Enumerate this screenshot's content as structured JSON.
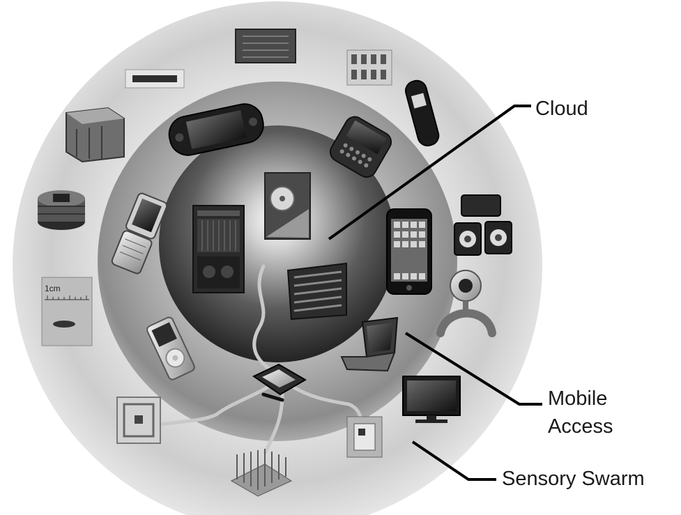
{
  "labels": {
    "cloud": "Cloud",
    "mobile_line1": "Mobile",
    "mobile_line2": "Access",
    "sensory": "Sensory Swarm"
  },
  "device_tags": {
    "ruler_text": "1cm"
  },
  "rings": {
    "outer": "sensory-swarm-ring",
    "middle": "mobile-access-ring",
    "inner": "cloud-core"
  },
  "devices": [
    {
      "name": "server-rack",
      "ring": "cloud"
    },
    {
      "name": "data-center-photo",
      "ring": "cloud"
    },
    {
      "name": "storage-array",
      "ring": "cloud"
    },
    {
      "name": "handheld-game-console",
      "ring": "mobile"
    },
    {
      "name": "smartphone-qwerty",
      "ring": "mobile"
    },
    {
      "name": "flip-phone",
      "ring": "mobile"
    },
    {
      "name": "iphone",
      "ring": "mobile"
    },
    {
      "name": "media-player",
      "ring": "mobile"
    },
    {
      "name": "laptop",
      "ring": "mobile"
    },
    {
      "name": "processor-chip",
      "ring": "mobile"
    },
    {
      "name": "circuit-module",
      "ring": "sensory"
    },
    {
      "name": "memory-chip",
      "ring": "sensory"
    },
    {
      "name": "sensor-pattern",
      "ring": "sensory"
    },
    {
      "name": "wrist-band",
      "ring": "sensory"
    },
    {
      "name": "cube-node",
      "ring": "sensory"
    },
    {
      "name": "speaker-pair",
      "ring": "sensory"
    },
    {
      "name": "coin-battery-stack",
      "ring": "sensory"
    },
    {
      "name": "webcam",
      "ring": "sensory"
    },
    {
      "name": "ruler-sensor",
      "ring": "sensory"
    },
    {
      "name": "monitor",
      "ring": "sensory"
    },
    {
      "name": "rfid-tag",
      "ring": "sensory"
    },
    {
      "name": "heat-sink",
      "ring": "sensory"
    },
    {
      "name": "small-sensor",
      "ring": "sensory"
    }
  ]
}
